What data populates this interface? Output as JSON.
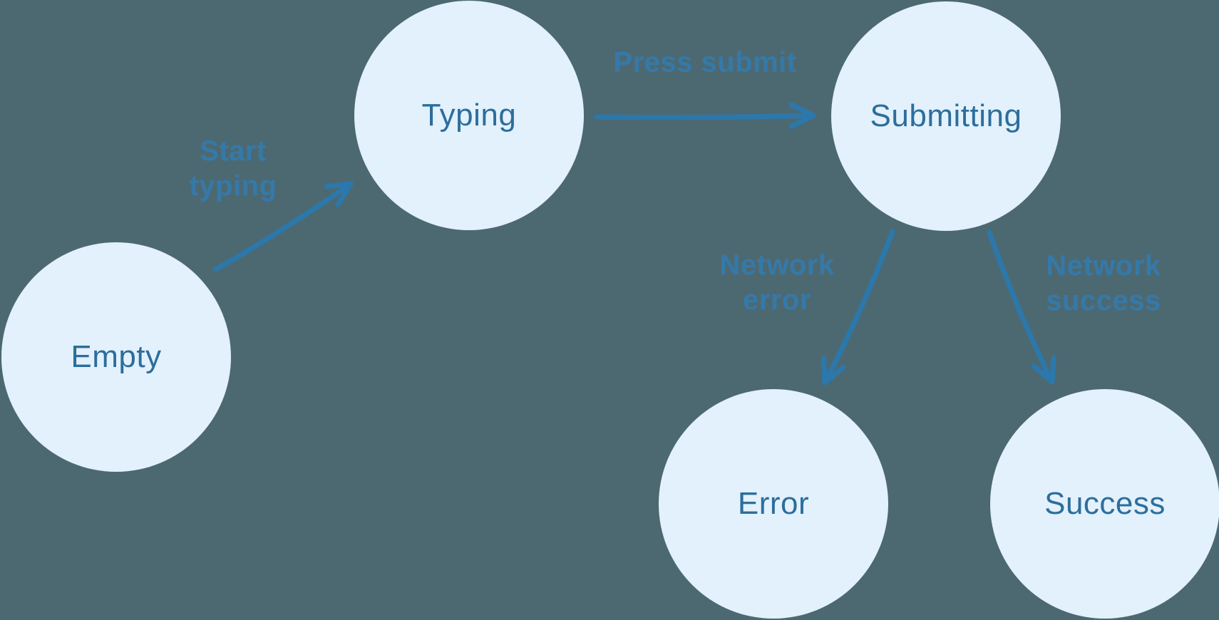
{
  "diagram": {
    "type": "state-machine",
    "colors": {
      "background": "#4C6972",
      "node_fill": "#E3F1FC",
      "node_text": "#2C6E9C",
      "arrow": "#2B78AC",
      "edge_label_text": "#3579A9"
    },
    "nodes": [
      {
        "id": "empty",
        "label": "Empty"
      },
      {
        "id": "typing",
        "label": "Typing"
      },
      {
        "id": "submitting",
        "label": "Submitting"
      },
      {
        "id": "error",
        "label": "Error"
      },
      {
        "id": "success",
        "label": "Success"
      }
    ],
    "edges": [
      {
        "from": "empty",
        "to": "typing",
        "label": "Start typing"
      },
      {
        "from": "typing",
        "to": "submitting",
        "label": "Press submit"
      },
      {
        "from": "submitting",
        "to": "error",
        "label": "Network error"
      },
      {
        "from": "submitting",
        "to": "success",
        "label": "Network success"
      }
    ]
  }
}
